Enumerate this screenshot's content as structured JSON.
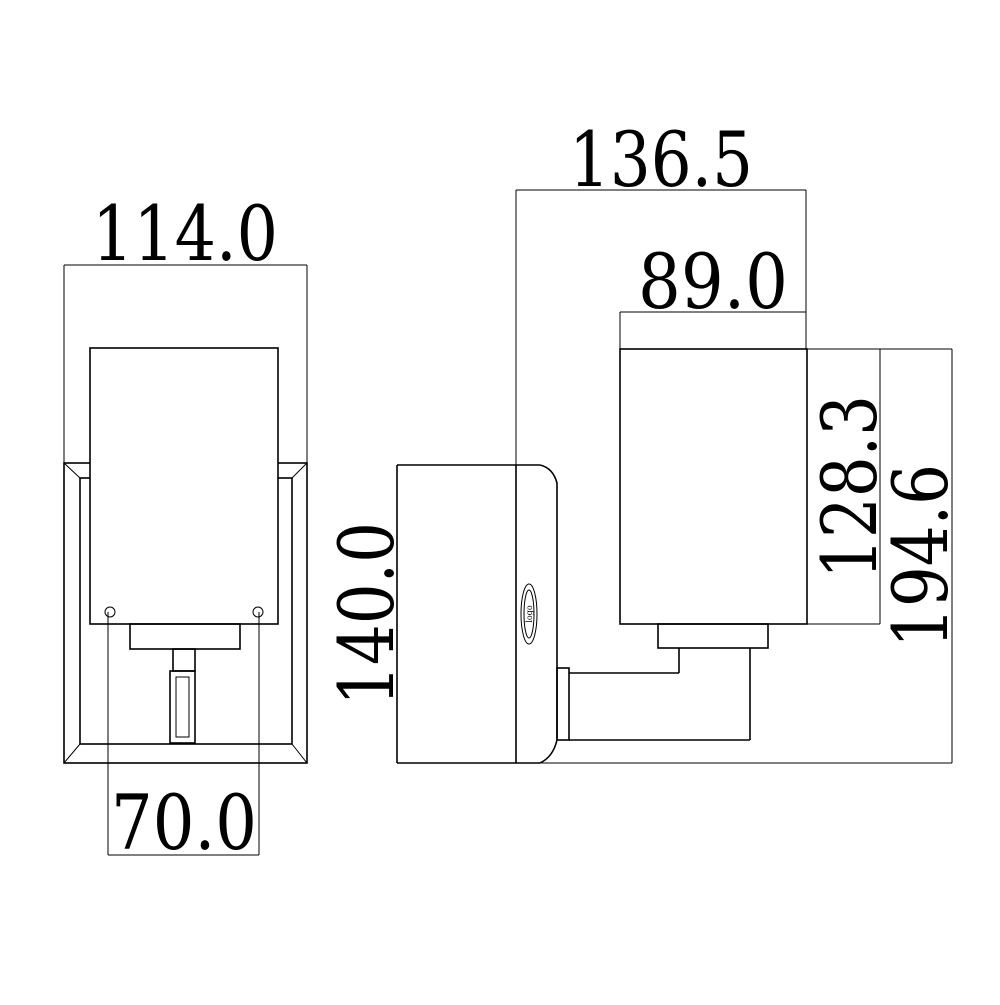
{
  "dimensions": {
    "front_width": "114.0",
    "backplate_spacing": "70.0",
    "side_depth": "136.5",
    "shade_width": "89.0",
    "backplate_height": "140.0",
    "shade_height": "128.3",
    "total_height": "194.6"
  },
  "logo_label": "logo",
  "colors": {
    "line": "#000000",
    "background": "#ffffff"
  }
}
